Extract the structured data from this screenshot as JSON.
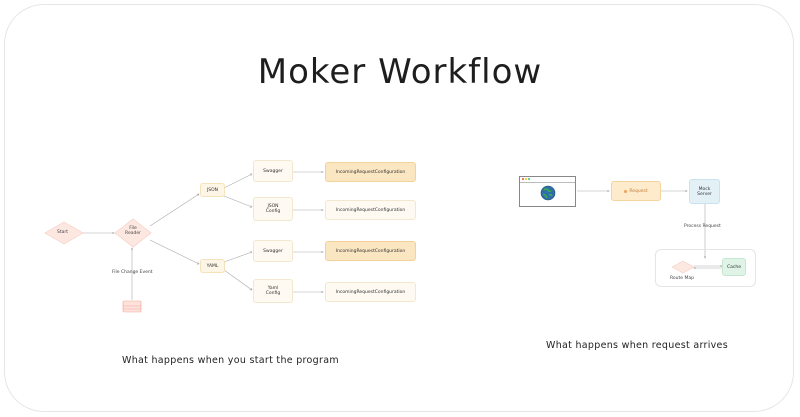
{
  "title": "Moker Workflow",
  "captions": {
    "start_program": "What happens when you start the program",
    "request_arrives": "What happens when request arrives"
  },
  "left_flow": {
    "start": "Start",
    "file_reader": "File Reader",
    "file_change_event": "File Change Event",
    "json": "JSON",
    "yaml": "YAML",
    "swagger_1": "Swagger",
    "json_config": "JSON Config",
    "swagger_2": "Swagger",
    "yaml_config": "Yaml Config",
    "incoming_1": "IncomingRequestConfiguration",
    "incoming_2": "IncomingRequestConfiguration",
    "incoming_3": "IncomingRequestConfiguration",
    "incoming_4": "IncomingRequestConfiguration"
  },
  "right_flow": {
    "request": "Request",
    "mock_server": "Mock Server",
    "process_request": "Process Request",
    "route_map": "Route Map",
    "cache": "Cache"
  },
  "colors": {
    "node_fill": "#fcf3df",
    "diamond_fill": "#fde7e1",
    "cache_fill": "#dff3e6",
    "server_fill": "#e3f1f7",
    "globe": "#2f6fa8"
  }
}
